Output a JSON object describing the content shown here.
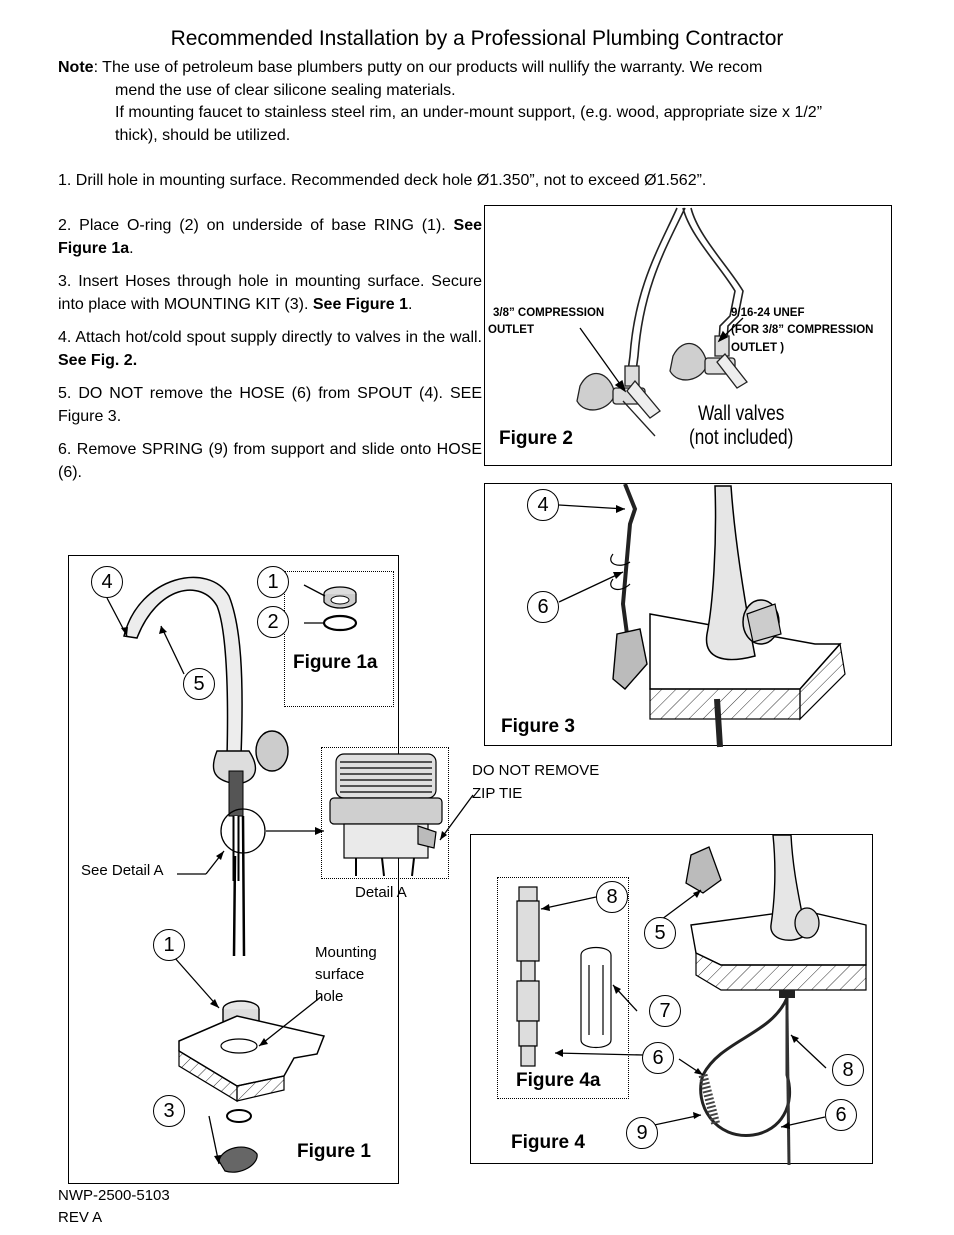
{
  "header": {
    "title": "Recommended Installation by a Professional Plumbing Contractor"
  },
  "note": {
    "label": "Note",
    "line1": ":  The use of petroleum base plumbers putty on our products will nullify the  warranty.  We recom",
    "line2": "mend the use of clear silicone sealing materials.",
    "line3": "If mounting faucet to stainless steel rim,  an under-mount support, (e.g. wood, appropriate size x 1/2”",
    "line4": "thick), should be utilized."
  },
  "steps": [
    {
      "text": "1.  Drill hole in mounting surface. Recommended deck hole Ø1.350”, not to exceed Ø1.562”.",
      "bold": "",
      "tail": ""
    },
    {
      "text": "2.  Place O-ring (2) on underside of base RING (1). ",
      "bold": "See Figure 1a",
      "tail": "."
    },
    {
      "text": "3. Insert Hoses through hole in mounting surface. Secure into place with MOUNTING KIT (3). ",
      "bold": "See Figure 1",
      "tail": "."
    },
    {
      "text": "4.  Attach hot/cold spout supply directly to valves in the wall. ",
      "bold": "See Fig. 2.",
      "tail": ""
    },
    {
      "text": "5. DO NOT remove the HOSE (6) from SPOUT (4). SEE Figure 3.",
      "bold": "",
      "tail": ""
    },
    {
      "text": "6.  Remove  SPRING  (9)  from  support  and  slide  onto HOSE (6).",
      "bold": "",
      "tail": ""
    }
  ],
  "figure2": {
    "label": "Figure 2",
    "left_label_1": "3/8” COMPRESSION",
    "left_label_2": "OUTLET",
    "right_label_1": "9/16-24 UNEF",
    "right_label_2": "(FOR 3/8” COMPRESSION",
    "right_label_3": "OUTLET )",
    "valves_1": "Wall valves",
    "valves_2": "(not included)"
  },
  "figure3": {
    "label": "Figure 3",
    "callouts": [
      "4",
      "6"
    ]
  },
  "figure1": {
    "label": "Figure 1",
    "fig1a_label": "Figure 1a",
    "callouts": [
      "4",
      "1",
      "2",
      "5",
      "1",
      "3"
    ],
    "see_detail": "See Detail A",
    "detail_label": "Detail A",
    "mounting_1": "Mounting",
    "mounting_2": "surface",
    "mounting_3": "hole",
    "zip_tie_1": "DO NOT REMOVE",
    "zip_tie_2": "ZIP TIE"
  },
  "figure4": {
    "label": "Figure 4",
    "fig4a_label": "Figure 4a",
    "callouts": [
      "8",
      "5",
      "7",
      "6",
      "8",
      "9",
      "6"
    ]
  },
  "footer": {
    "part_number": "NWP-2500-5103",
    "revision": "REV A"
  }
}
